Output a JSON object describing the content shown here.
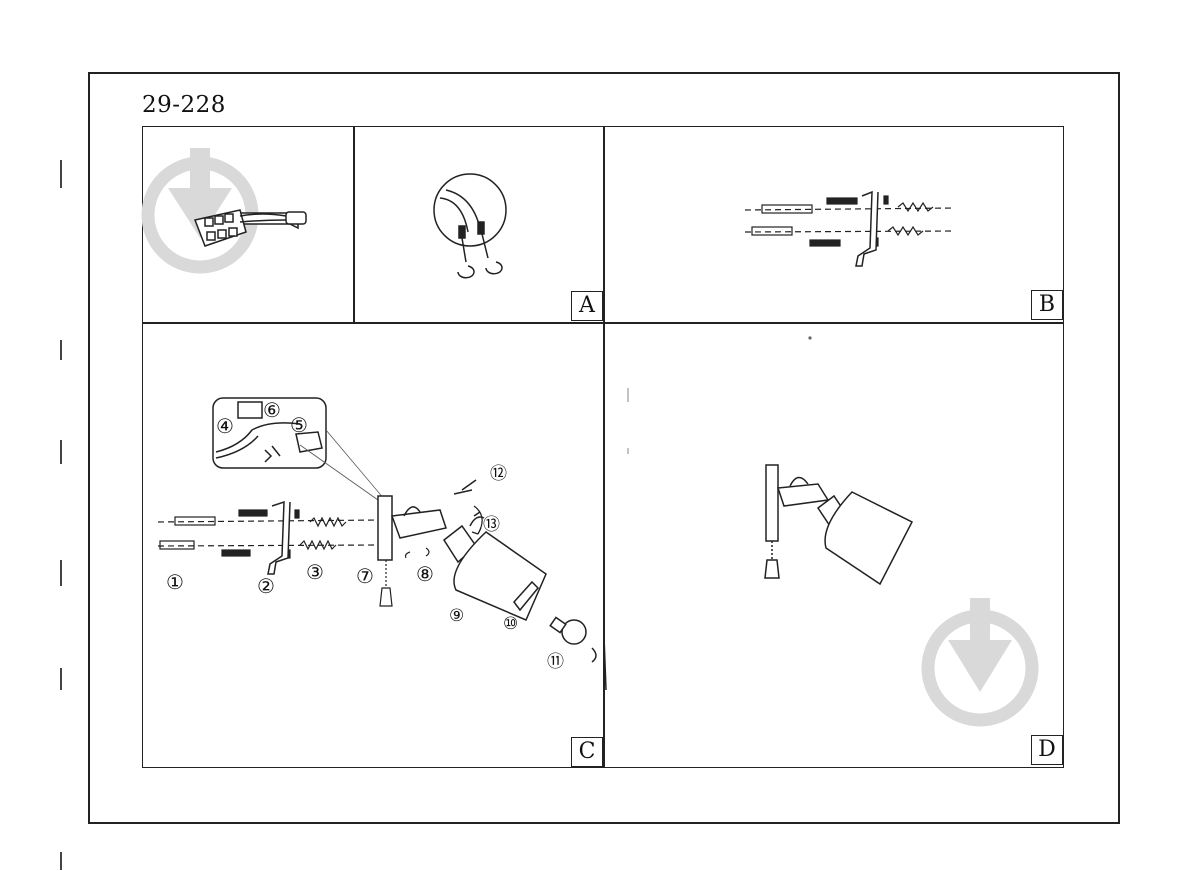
{
  "document": {
    "model_number": "29-228"
  },
  "panels": [
    {
      "id": "top-left",
      "label": ""
    },
    {
      "id": "A",
      "label": "A"
    },
    {
      "id": "B",
      "label": "B"
    },
    {
      "id": "C",
      "label": "C"
    },
    {
      "id": "D",
      "label": "D"
    }
  ],
  "callouts": [
    "①",
    "②",
    "③",
    "④",
    "⑤",
    "⑥",
    "⑦",
    "⑧",
    "⑨",
    "⑩",
    "⑪",
    "⑫",
    "⑬"
  ],
  "colors": {
    "line": "#222222",
    "watermark": "#d9d9d9",
    "background": "#ffffff"
  },
  "icons": [
    "terminal-block-icon",
    "wire-twist-icon",
    "wall-anchor-icon",
    "lamp-bracket-icon",
    "lamp-shade-icon",
    "bulb-icon",
    "pull-cord-icon",
    "watermark-logo-icon"
  ]
}
